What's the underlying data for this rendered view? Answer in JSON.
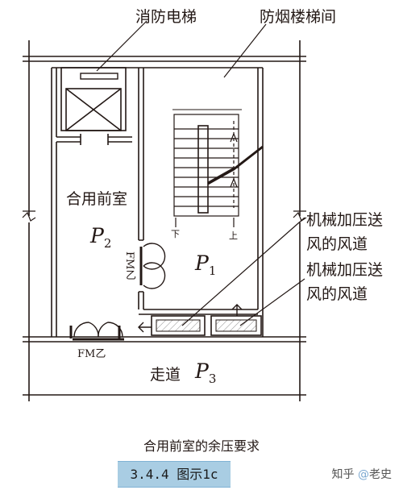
{
  "labels": {
    "fire_elevator": "消防电梯",
    "smoke_stair": "防烟楼梯间",
    "combined_anteroom": "合用前室",
    "corridor": "走道",
    "duct_1": [
      "机械加压送",
      "风的风道"
    ],
    "duct_2": [
      "机械加压送",
      "风的风道"
    ],
    "stair_down": "下",
    "stair_up": "上"
  },
  "pressures": {
    "p2": {
      "letter": "P",
      "sub": "2"
    },
    "p1": {
      "letter": "P",
      "sub": "1"
    },
    "p3": {
      "letter": "P",
      "sub": "3"
    }
  },
  "doors": {
    "anteroom_to_stair": "FM乙",
    "corridor_to_anteroom": "FM乙"
  },
  "caption": "合用前室的余压要求",
  "figure_number": "3.4.4 图示1c",
  "watermark": {
    "prefix": "知乎 ",
    "at": "@",
    "author": "老史"
  },
  "colors": {
    "line": "#231815",
    "hatch": "#4a4a4a",
    "badge": "#a9cde3"
  }
}
